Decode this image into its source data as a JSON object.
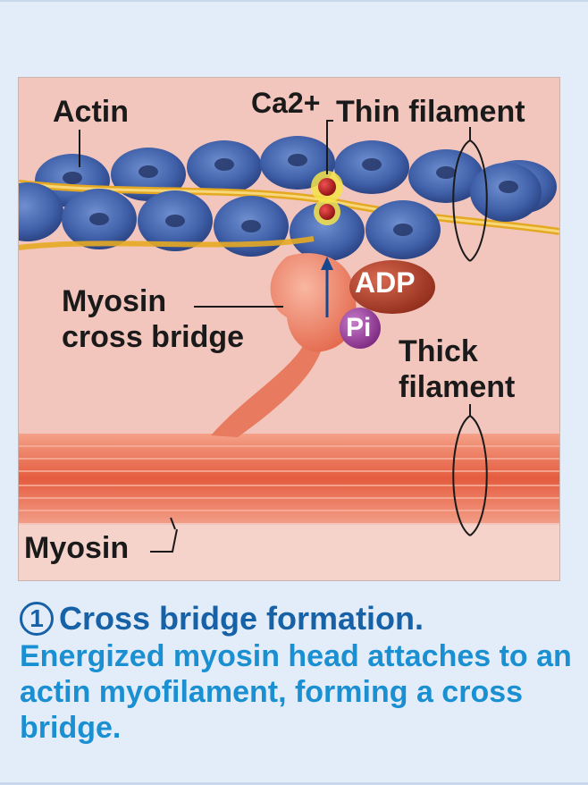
{
  "labels": {
    "actin": "Actin",
    "calcium": "Ca2+",
    "thin_filament": "Thin filament",
    "myosin_cross_bridge_line1": "Myosin",
    "myosin_cross_bridge_line2": "cross bridge",
    "adp": "ADP",
    "pi": "Pi",
    "thick_filament_line1": "Thick",
    "thick_filament_line2": "filament",
    "myosin": "Myosin"
  },
  "caption": {
    "step_number": "1",
    "title": "Cross bridge formation.",
    "body": "Energized myosin head attaches to an actin myofilament, forming a cross bridge."
  },
  "colors": {
    "background": "#e3edf9",
    "diagram_bg": "#f2c6bc",
    "actin_globule": "#3f5fa8",
    "tropomyosin": "#e5a822",
    "myosin": "#e76548",
    "adp": "#b6422b",
    "pi": "#9a3c9c",
    "calcium_ion": "#c01e1e",
    "caption_title": "#1761a6",
    "caption_body": "#1a8fd1"
  }
}
